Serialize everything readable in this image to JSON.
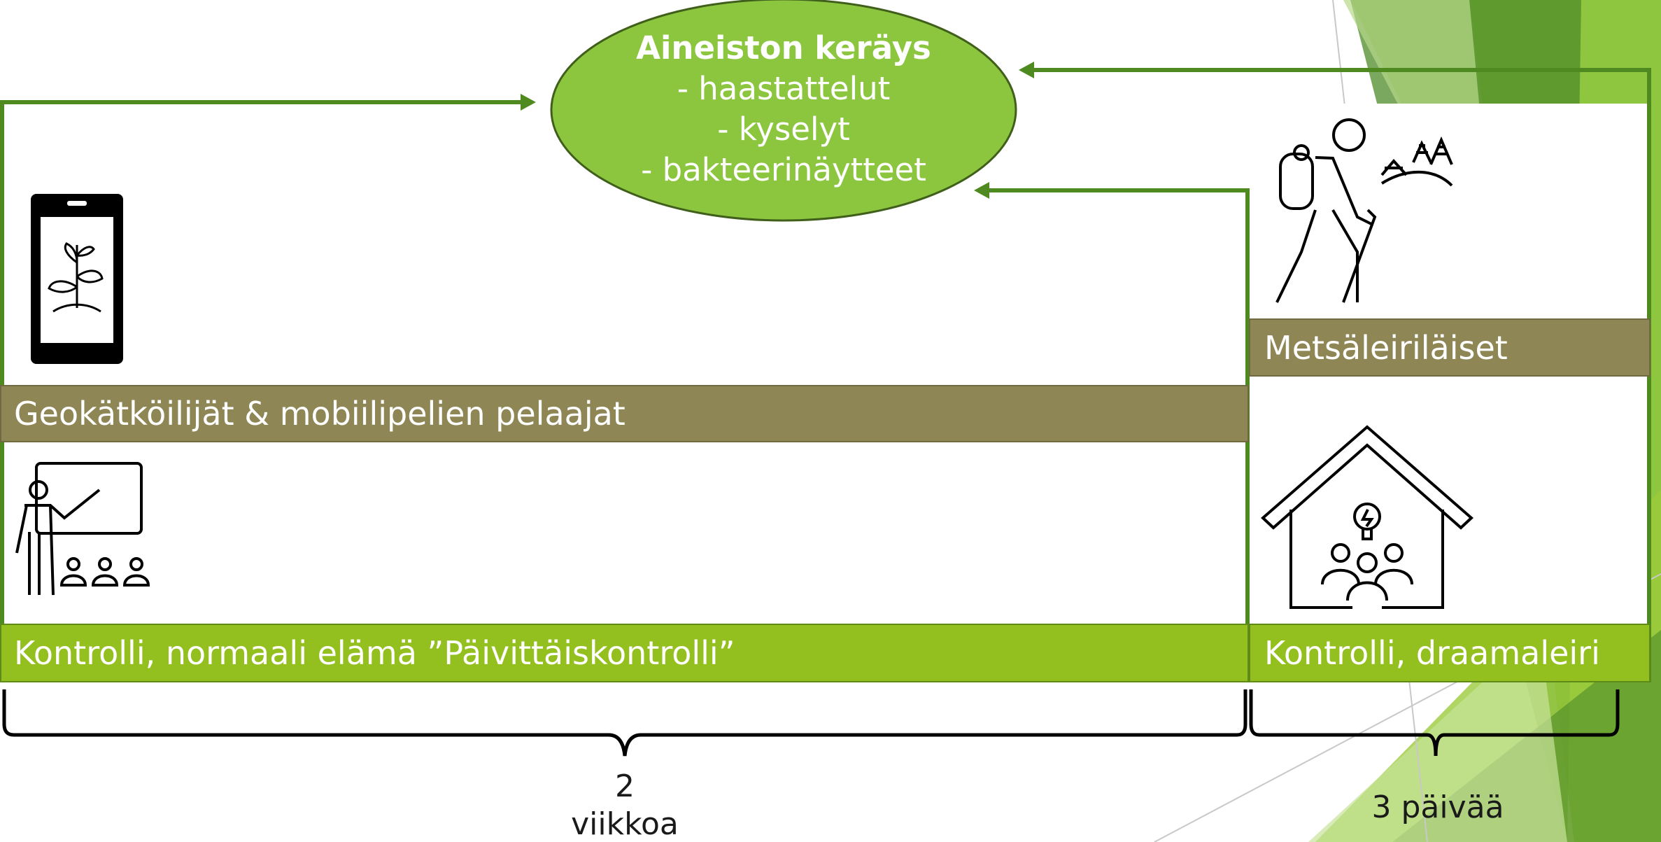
{
  "collection": {
    "title": "Aineiston keräys",
    "items": [
      "- haastattelut",
      "- kyselyt",
      "- bakteerinäytteet"
    ]
  },
  "groups": {
    "geocachers": "Geokätköilijät & mobiilipelien pelaajat",
    "daily_control": "Kontrolli, normaali elämä ”Päivittäiskontrolli”",
    "forest_campers": "Metsäleiriläiset",
    "drama_control": "Kontrolli, draamaleiri"
  },
  "durations": {
    "two_weeks_num": "2",
    "two_weeks_unit": "viikkoa",
    "three_days": "3 päivää"
  },
  "icons": [
    "smartphone-plant-icon",
    "teacher-audience-icon",
    "hiker-forest-icon",
    "house-people-icon"
  ],
  "colors": {
    "lime": "#93c01f",
    "olive": "#8f8655",
    "arrow": "#4e8a1f",
    "ellipse": "#8cc63f"
  }
}
